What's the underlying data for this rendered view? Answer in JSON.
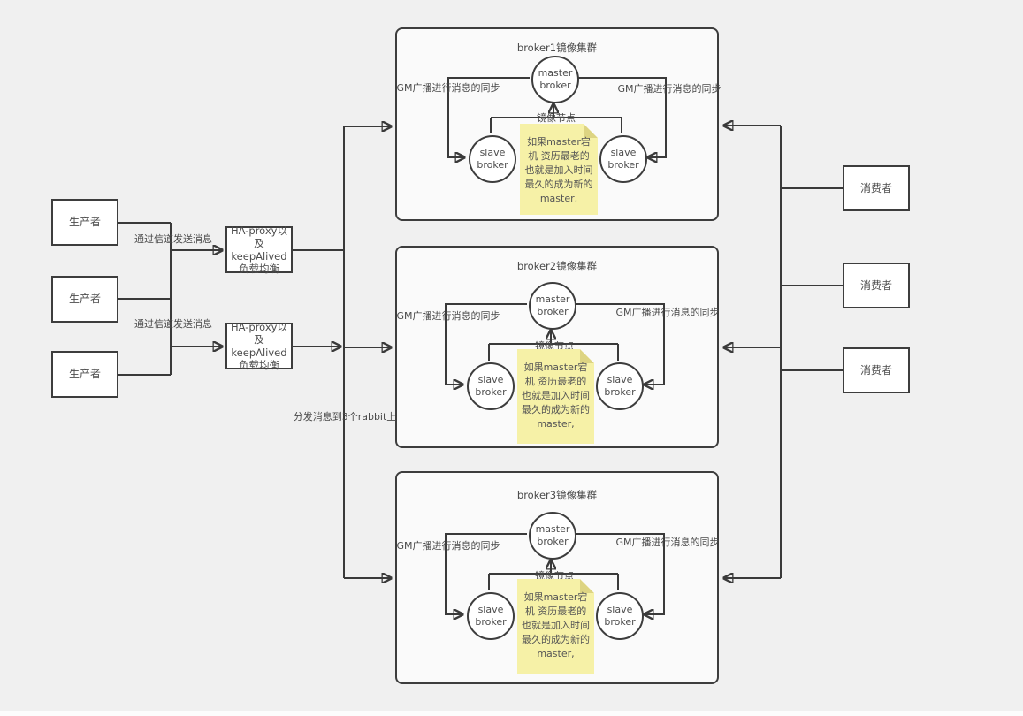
{
  "producers": [
    {
      "label": "生产者"
    },
    {
      "label": "生产者"
    },
    {
      "label": "生产者"
    }
  ],
  "load_balancers": [
    {
      "label": "HA-proxy以及keepAlived负载均衡",
      "lines": [
        "HA-proxy以",
        "及",
        "keepAlived",
        "负载均衡"
      ]
    },
    {
      "label": "HA-proxy以及keepAlived负载均衡",
      "lines": [
        "HA-proxy以",
        "及",
        "keepAlived",
        "负载均衡"
      ]
    }
  ],
  "consumers": [
    {
      "label": "消费者"
    },
    {
      "label": "消费者"
    },
    {
      "label": "消费者"
    }
  ],
  "edge_labels": {
    "send_via_channel_top": "通过信道发送消息",
    "send_via_channel_bottom": "通过信道发送消息",
    "distribute": "分发消息到3个rabbit上"
  },
  "clusters": [
    {
      "title": "broker1镜像集群",
      "gm_left": "GM广播进行消息的同步",
      "gm_right": "GM广播进行消息的同步",
      "mirror_node_label": "镜像节点",
      "master_lines": [
        "master",
        "broker"
      ],
      "slave_lines": [
        "slave",
        "broker"
      ],
      "note_lines": [
        "如果master宕",
        "机 资历最老的",
        "也就是加入时间",
        "最久的成为新的",
        "master,"
      ]
    },
    {
      "title": "broker2镜像集群",
      "gm_left": "GM广播进行消息的同步",
      "gm_right": "GM广播进行消息的同步",
      "mirror_node_label": "镜像节点",
      "master_lines": [
        "master",
        "broker"
      ],
      "slave_lines": [
        "slave",
        "broker"
      ],
      "note_lines": [
        "如果master宕",
        "机 资历最老的",
        "也就是加入时间",
        "最久的成为新的",
        "master,"
      ]
    },
    {
      "title": "broker3镜像集群",
      "gm_left": "GM广播进行消息的同步",
      "gm_right": "GM广播进行消息的同步",
      "mirror_node_label": "镜像节点",
      "master_lines": [
        "master",
        "broker"
      ],
      "slave_lines": [
        "slave",
        "broker"
      ],
      "note_lines": [
        "如果master宕",
        "机 资历最老的",
        "也就是加入时间",
        "最久的成为新的",
        "master,"
      ]
    }
  ],
  "colors": {
    "background": "#f0f0f0",
    "line": "#3a3a3a",
    "box_fill": "#ffffff",
    "box_border": "#3d3d3d",
    "cluster_fill": "#fafafa",
    "note_fill": "#f6f1a7",
    "note_fold": "#ddd482",
    "text": "#4d4d4d"
  }
}
